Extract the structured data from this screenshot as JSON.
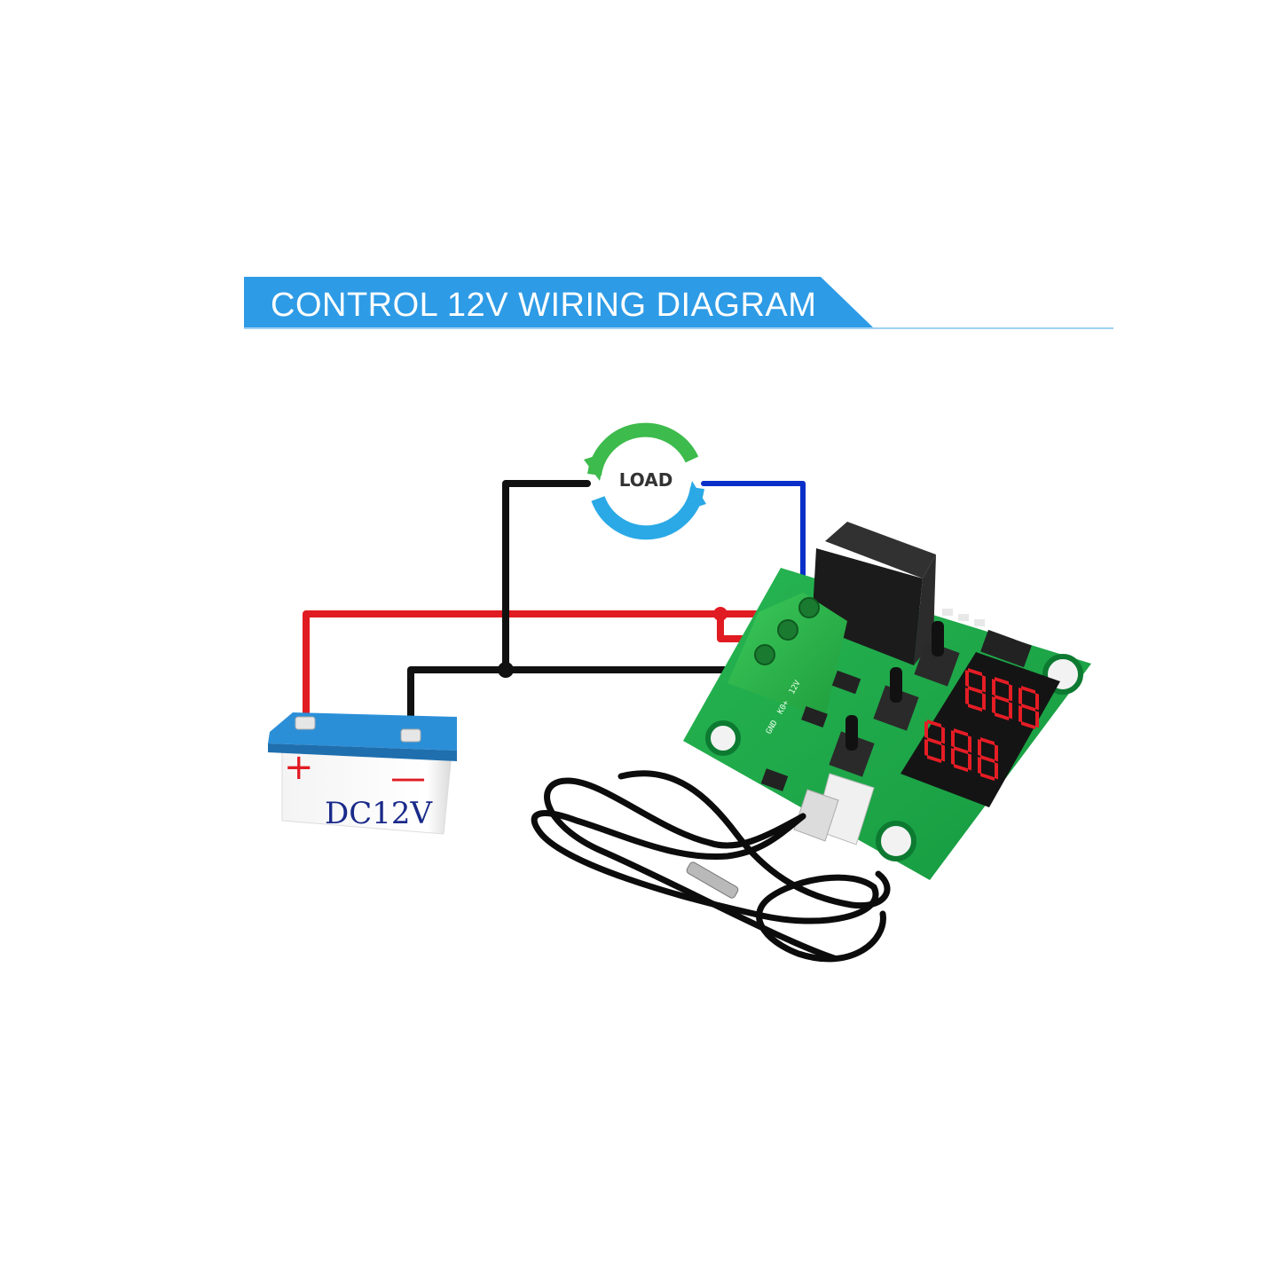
{
  "banner": {
    "title": "CONTROL 12V WIRING DIAGRAM",
    "color": "#2e9be6"
  },
  "load": {
    "label": "LOAD",
    "arrow_colors": [
      "#3dbb4c",
      "#2aa9e6"
    ]
  },
  "battery": {
    "positive_symbol": "+",
    "negative_symbol": "—",
    "label": "DC12V",
    "top_color": "#2b8fd8"
  },
  "wires": {
    "positive_color": "#e11b22",
    "negative_color": "#111111",
    "load_return_color": "#0a2fc8"
  },
  "module": {
    "pcb_color": "#1fa84a",
    "display_digits": "888",
    "display_color": "#e51d25",
    "terminal_color": "#2fb84b",
    "relay_color": "#1b1b1b",
    "silkscreen": [
      "GND",
      "K0+",
      "12V"
    ]
  },
  "probe": {
    "cable_color": "#0c0c0c"
  }
}
